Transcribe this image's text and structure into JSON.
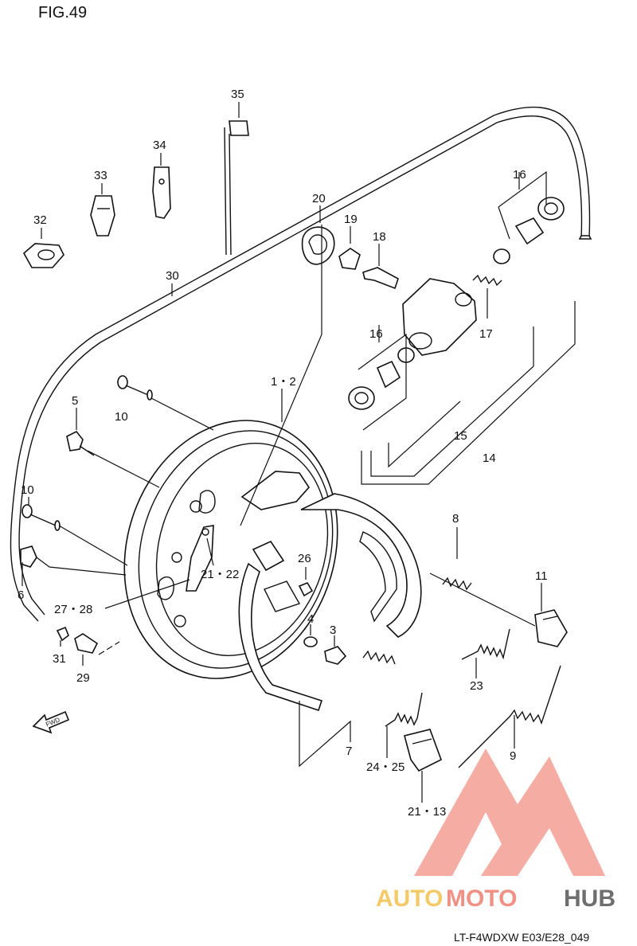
{
  "figure_title": "FIG.49",
  "drawing_code": "LT-F4WDXW E03/E28_049",
  "fwd_label": "FWD",
  "watermark": {
    "part1": "AUTO",
    "part2": "MOTO",
    "part3": "HUB",
    "colors": {
      "auto": "#f2c14e",
      "moto": "#ef7d6f",
      "hub": "#555555",
      "mark": "#ef7d6f"
    }
  },
  "callouts": {
    "c35": "35",
    "c34": "34",
    "c33": "33",
    "c32": "32",
    "c30": "30",
    "c20": "20",
    "c19": "19",
    "c18": "18",
    "c16a": "16",
    "c16b": "16",
    "c17": "17",
    "c15": "15",
    "c14": "14",
    "c12": "1・2",
    "c5": "5",
    "c10a": "10",
    "c10b": "10",
    "c6": "6",
    "c2122": "21・22",
    "c2728": "27・28",
    "c26": "26",
    "c4": "4",
    "c3": "3",
    "c31": "31",
    "c29": "29",
    "c8": "8",
    "c11": "11",
    "c23": "23",
    "c7": "7",
    "c2425": "24・25",
    "c9": "9",
    "c2113": "21・13"
  }
}
